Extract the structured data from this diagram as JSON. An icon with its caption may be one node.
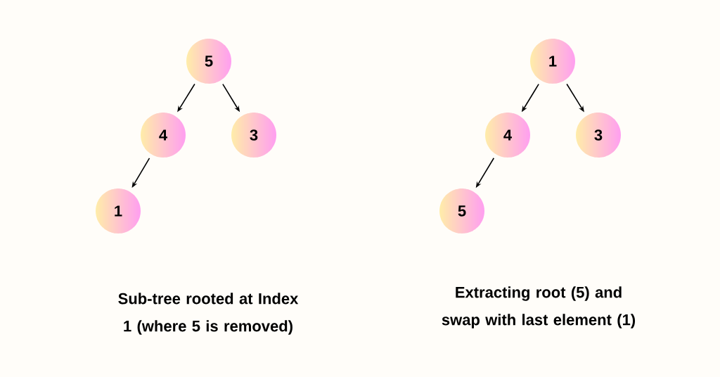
{
  "diagram": {
    "nodes": [
      {
        "text": [
          "5"
        ]
      },
      {
        "text": [
          "4"
        ]
      },
      {
        "text": [
          "3"
        ]
      },
      {
        "text": [
          "1"
        ]
      },
      {
        "text": [
          "1"
        ]
      },
      {
        "text": [
          "4"
        ]
      },
      {
        "text": [
          "3"
        ]
      },
      {
        "text": [
          "5"
        ]
      }
    ],
    "edges": [
      {
        "from": 0,
        "to": 1,
        "arrow": "to"
      },
      {
        "from": 0,
        "to": 2,
        "arrow": "to"
      },
      {
        "from": 1,
        "to": 3,
        "arrow": "to"
      },
      {
        "from": 4,
        "to": 5,
        "arrow": "to"
      },
      {
        "from": 4,
        "to": 6,
        "arrow": "to"
      },
      {
        "from": 5,
        "to": 7,
        "arrow": "to"
      }
    ],
    "labels": [
      "Sub-tree rooted at Index 1 (where 5 is removed)",
      "Extracting root (5) and swap with last element (1)"
    ]
  }
}
